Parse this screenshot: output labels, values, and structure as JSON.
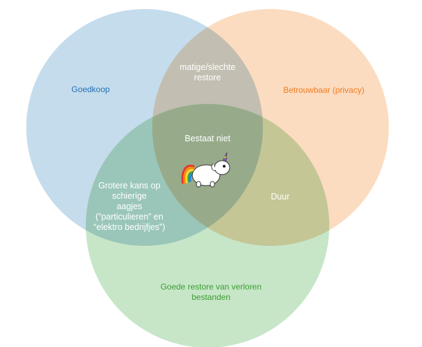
{
  "colors": {
    "goedkoop": "#c5dcec",
    "betrouwbaar": "#fbdcc0",
    "goede_restore": "#c7e6c8",
    "goedkoop_text": "#2470b5",
    "betrouwbaar_text": "#f07a22",
    "goede_restore_text": "#3c9d32"
  },
  "sets": {
    "goedkoop": "Goedkoop",
    "betrouwbaar": "Betrouwbaar (privacy)",
    "goede_restore": [
      "Goede restore van verloren",
      "bestanden"
    ]
  },
  "intersections": {
    "goedkoop_betrouwbaar": [
      "matige/slechte",
      "restore"
    ],
    "goedkoop_restore": [
      "Grotere kans op",
      "schierige",
      "aagjes",
      "(”particulieren” en",
      "“elektro bedrijfjes”)"
    ],
    "betrouwbaar_restore": "Duur",
    "all": "Bestaat niet"
  },
  "icons": {
    "center": "unicorn-icon"
  }
}
